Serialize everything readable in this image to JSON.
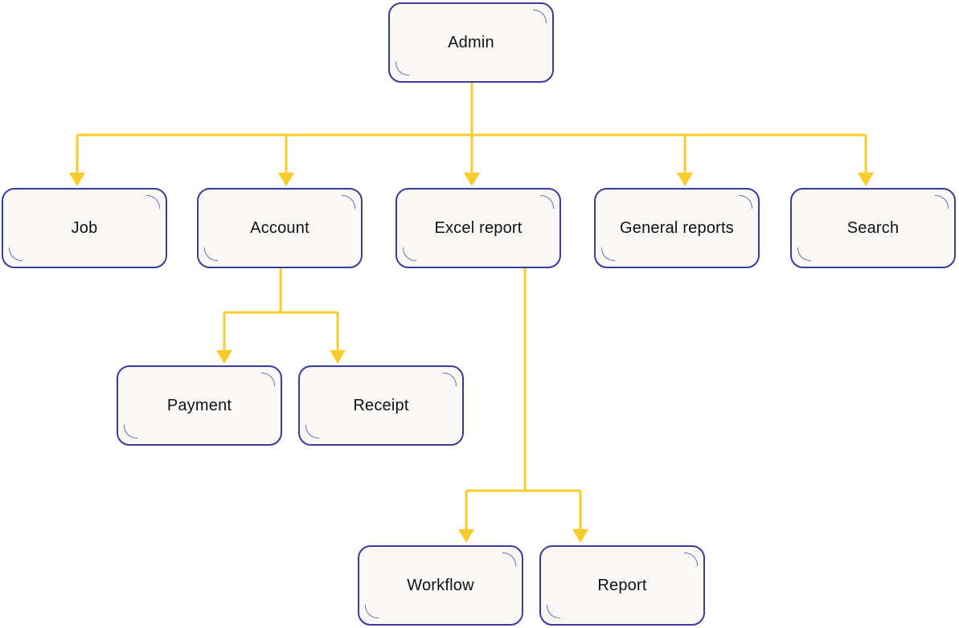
{
  "diagram": {
    "connector_color": "#f9cc2c",
    "node_border_color": "#3a3d96",
    "node_fill_color": "#f9f8f6",
    "nodes": {
      "admin": "Admin",
      "job": "Job",
      "account": "Account",
      "excel_report": "Excel report",
      "general_reports": "General reports",
      "search": "Search",
      "payment": "Payment",
      "receipt": "Receipt",
      "workflow": "Workflow",
      "report": "Report"
    },
    "edges": [
      {
        "from": "admin",
        "to": "job"
      },
      {
        "from": "admin",
        "to": "account"
      },
      {
        "from": "admin",
        "to": "excel_report"
      },
      {
        "from": "admin",
        "to": "general_reports"
      },
      {
        "from": "admin",
        "to": "search"
      },
      {
        "from": "account",
        "to": "payment"
      },
      {
        "from": "account",
        "to": "receipt"
      },
      {
        "from": "excel_report",
        "to": "workflow"
      },
      {
        "from": "excel_report",
        "to": "report"
      }
    ]
  }
}
